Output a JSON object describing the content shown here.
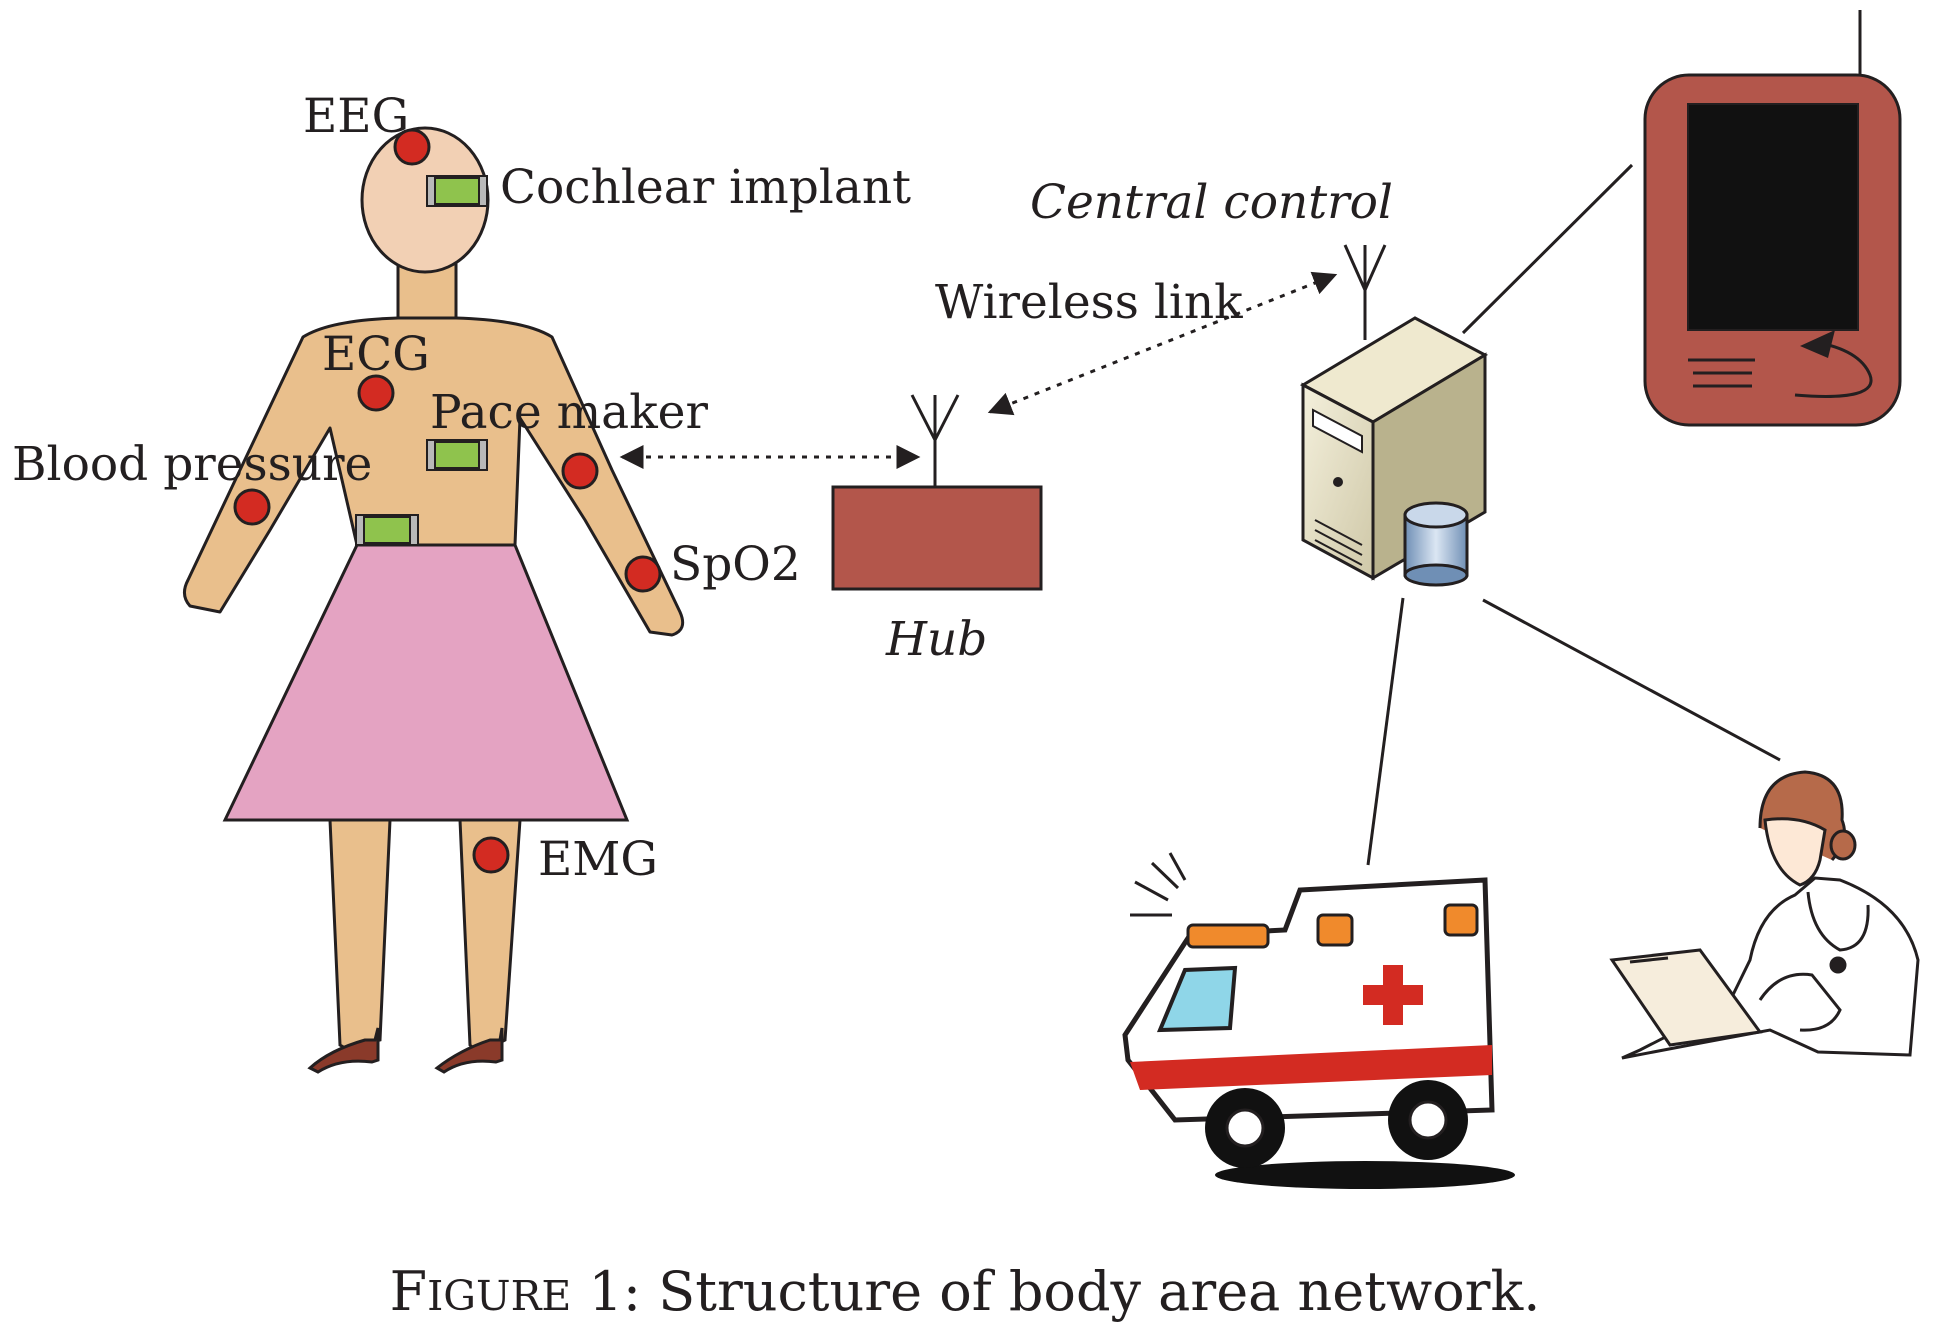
{
  "labels": {
    "eeg": "EEG",
    "cochlear": "Cochlear implant",
    "ecg": "ECG",
    "pacemaker": "Pace maker",
    "blood_pressure": "Blood pressure",
    "spo2": "SpO2",
    "emg": "EMG",
    "hub": "Hub",
    "wireless_link": "Wireless link",
    "central_control": "Central control"
  },
  "caption": {
    "initial": "F",
    "smallcaps": "IGURE",
    "number": " 1",
    "text": ": Structure of body area network."
  },
  "colors": {
    "skin": "#e9bf8c",
    "head": "#f2d0b4",
    "skirt": "#e4a3c2",
    "sensor_dot": "#d32b22",
    "implant": "#8fc34d",
    "hub": "#b3564b",
    "device": "#b3564b"
  },
  "icons": {
    "hub_antenna": "antenna-icon",
    "server_antenna": "antenna-icon",
    "server": "server-icon",
    "database": "database-icon",
    "handheld": "handheld-device-icon",
    "ambulance": "ambulance-icon",
    "nurse": "nurse-icon"
  }
}
